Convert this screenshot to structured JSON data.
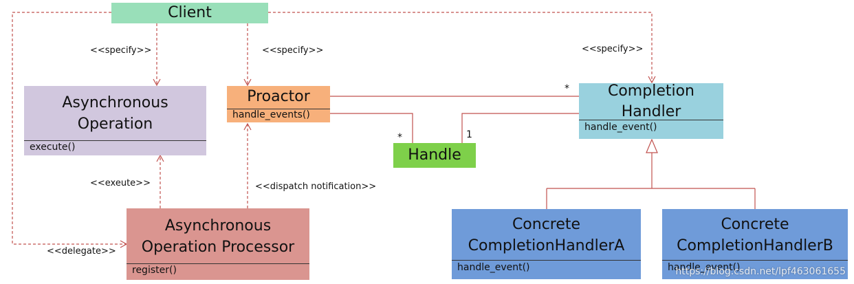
{
  "colors": {
    "client": "#99dfb9",
    "async_op": "#d1c7de",
    "proactor": "#f7b07b",
    "handle": "#7ed04a",
    "completion": "#99d1de",
    "processor": "#da9590",
    "concrete": "#6f9bd9",
    "line": "#c0504d"
  },
  "nodes": {
    "client": {
      "title": "Client"
    },
    "async_op": {
      "title": "Asynchronous Operation",
      "method": "execute()"
    },
    "proactor": {
      "title": "Proactor",
      "method": "handle_events()"
    },
    "handle": {
      "title": "Handle"
    },
    "completion": {
      "title": "Completion Handler",
      "method": "handle_event()"
    },
    "processor": {
      "title": "Asynchronous Operation Processor",
      "method": "register()"
    },
    "concrete_a": {
      "title": "Concrete CompletionHandlerA",
      "method": "handle_event()"
    },
    "concrete_b": {
      "title": "Concrete CompletionHandlerB",
      "method": "handle_event()"
    }
  },
  "edge_labels": {
    "specify_async": "<<specify>>",
    "specify_proactor": "<<specify>>",
    "specify_completion": "<<specify>>",
    "execute": "<<exeute>>",
    "dispatch": "<<dispatch notification>>",
    "delegate": "<<delegate>>"
  },
  "multiplicities": {
    "proactor_handle": "*",
    "handler_handle": "1",
    "proactor_completion": "*"
  },
  "watermark": "https://blog.csdn.net/lpf463061655"
}
